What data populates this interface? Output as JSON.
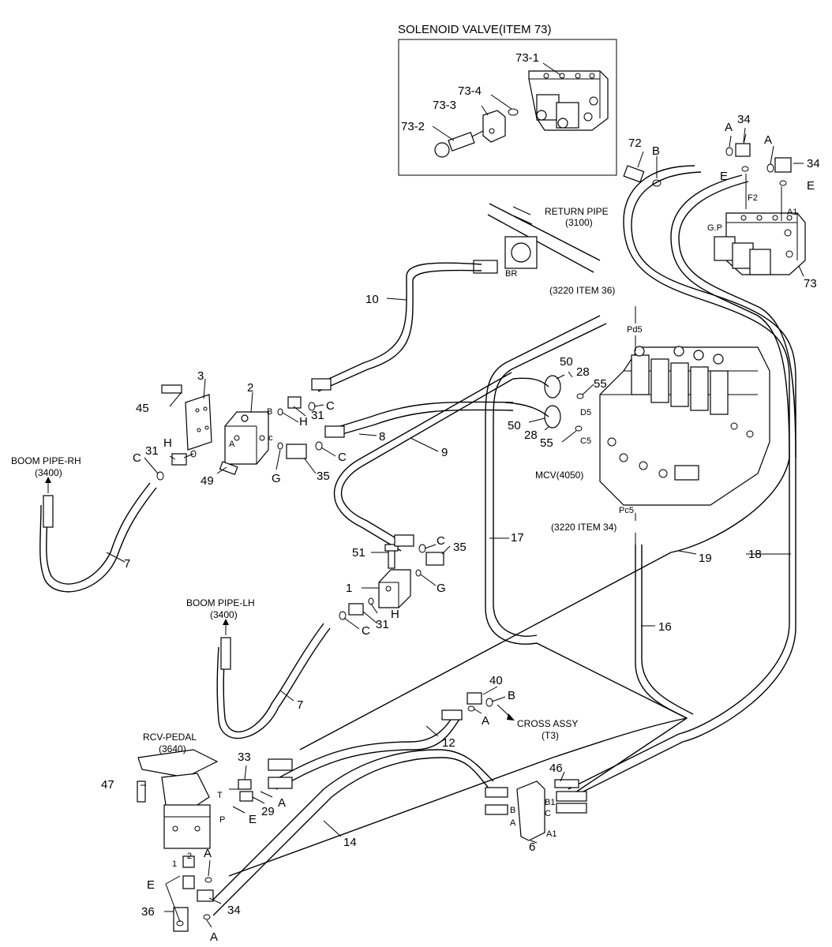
{
  "inset": {
    "title": "SOLENOID VALVE(ITEM 73)",
    "labels": {
      "p731": "73-1",
      "p734": "73-4",
      "p733": "73-3",
      "p732": "73-2"
    }
  },
  "labels": {
    "p72": "72",
    "B_top": "B",
    "A_top1": "A",
    "p34_top": "34",
    "A_top2": "A",
    "p34_right": "34",
    "E_top1": "E",
    "E_top2": "E",
    "F2": "F2",
    "A1_valve": "A1",
    "GP": "G.P",
    "p73": "73",
    "return_pipe": "RETURN PIPE",
    "return_pipe_ref": "(3100)",
    "BR": "BR",
    "item36_ref": "(3220 ITEM 36)",
    "Pd5": "Pd5",
    "p10": "10",
    "p3": "3",
    "p2": "2",
    "p45": "45",
    "B_blk": "B",
    "p31a": "31",
    "C_a": "C",
    "H_a": "H",
    "A_blk": "A",
    "c_blk": "c",
    "p8": "8",
    "C_b": "C",
    "G_a": "G",
    "p35a": "35",
    "p31b": "31",
    "H_b": "H",
    "C_c": "C",
    "p49": "49",
    "boom_rh": "BOOM PIPE-RH",
    "boom_rh_ref": "(3400)",
    "p50a": "50",
    "p28a": "28",
    "p55a": "55",
    "D5": "D5",
    "p50b": "50",
    "p28b": "28",
    "p55b": "55",
    "C5": "C5",
    "mcv": "MCV(4050)",
    "Pc5": "Pc5",
    "item34_ref": "(3220 ITEM 34)",
    "p9": "9",
    "p17": "17",
    "p19": "19",
    "p18": "18",
    "p16": "16",
    "p7a": "7",
    "p51": "51",
    "C_d": "C",
    "p35b": "35",
    "p1": "1",
    "G_b": "G",
    "H_c": "H",
    "p31c": "31",
    "C_e": "C",
    "boom_lh": "BOOM PIPE-LH",
    "boom_lh_ref": "(3400)",
    "p7b": "7",
    "p40": "40",
    "B_cross": "B",
    "A_cross": "A",
    "cross_assy": "CROSS ASSY",
    "cross_ref": "(T3)",
    "p12": "12",
    "rcv_pedal": "RCV-PEDAL",
    "rcv_ref": "(3640)",
    "p33": "33",
    "p47": "47",
    "T_port": "T",
    "P_port": "P",
    "p29": "29",
    "A_ped": "A",
    "E_ped": "E",
    "p14": "14",
    "p46": "46",
    "B_man": "B",
    "A_man": "A",
    "B1": "B1",
    "C_man": "C",
    "A1_man": "A1",
    "p6": "6",
    "port1": "1",
    "port2": "2",
    "A_bot1": "A",
    "E_bot": "E",
    "p36": "36",
    "p34_bot": "34",
    "A_bot2": "A"
  }
}
